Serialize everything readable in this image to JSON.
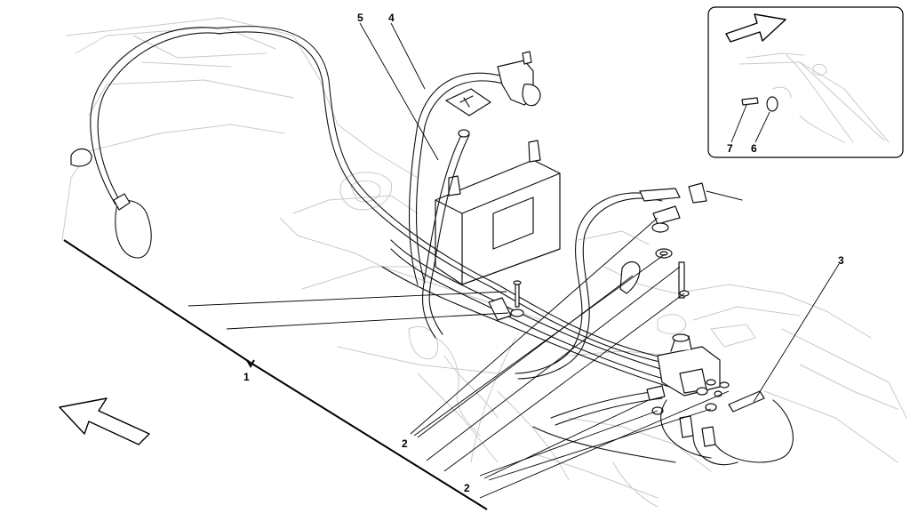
{
  "diagram": {
    "callouts": {
      "c1": "1",
      "c2a": "2",
      "c2b": "2",
      "c3": "3",
      "c4": "4",
      "c5": "5",
      "c6": "6",
      "c7": "7"
    }
  },
  "icons": {
    "direction_arrow_main": "direction-arrow",
    "direction_arrow_inset": "direction-arrow"
  }
}
